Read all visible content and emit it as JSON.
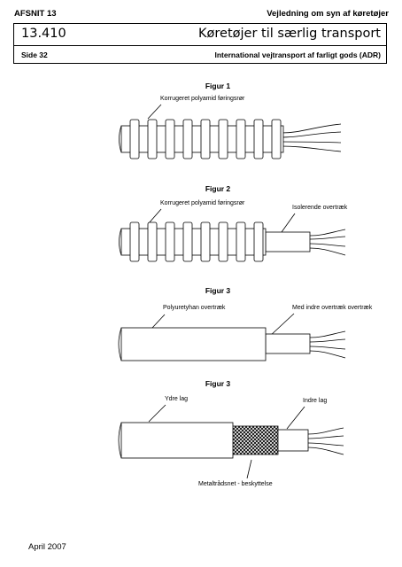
{
  "header": {
    "section_label": "AFSNIT 13",
    "guide_title": "Vejledning om syn af køretøjer"
  },
  "title_box": {
    "number": "13.410",
    "title": "Køretøjer til særlig transport",
    "page": "Side 32",
    "subtitle": "International vejtransport af farligt gods (ADR)"
  },
  "figures": [
    {
      "title": "Figur 1",
      "labels": [
        "Korrugeret polyamid føringsrør"
      ]
    },
    {
      "title": "Figur 2",
      "labels": [
        "Korrugeret polyamid føringsrør",
        "Isolerende overtræk"
      ]
    },
    {
      "title": "Figur 3",
      "labels": [
        "Polyuretyhan overtræk",
        "Med indre overtræk overtræk"
      ]
    },
    {
      "title": "Figur 3",
      "labels": [
        "Ydre lag",
        "Indre lag",
        "Metaltrådsnet - beskyttelse"
      ]
    }
  ],
  "footer": {
    "date": "April 2007"
  }
}
